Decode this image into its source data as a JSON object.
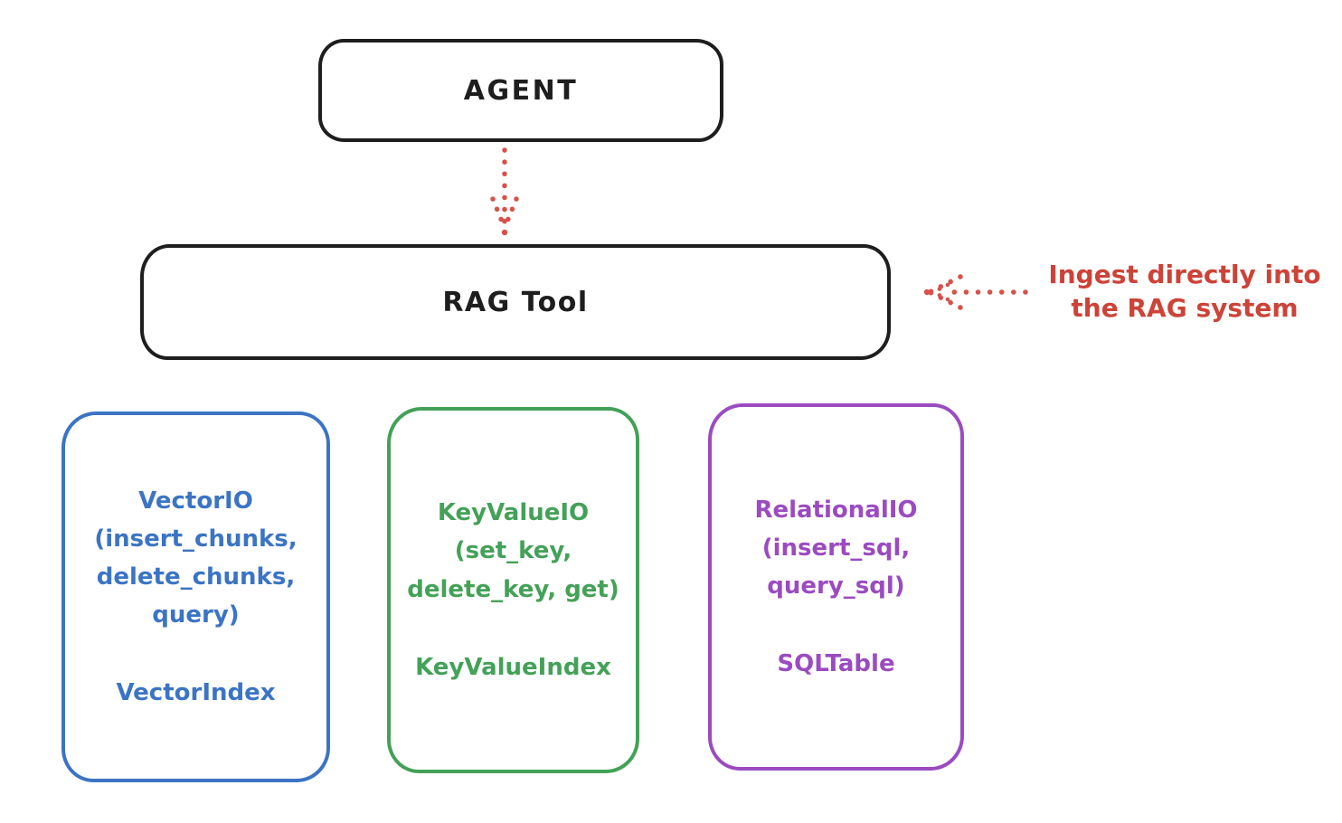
{
  "agent_box": {
    "label": "AGENT"
  },
  "rag_tool_box": {
    "label": "RAG Tool"
  },
  "annotation": {
    "text": "Ingest directly into\nthe RAG system"
  },
  "arrows": {
    "agent_to_rag": {
      "description": "dotted red arrow pointing down from AGENT to RAG Tool"
    },
    "annotation_to_rag": {
      "description": "dotted red arrow pointing left from annotation to RAG Tool"
    }
  },
  "storage_boxes": [
    {
      "id": "vector-io",
      "title": "VectorIO\n(insert_chunks,\ndelete_chunks,\nquery)",
      "subtitle": "VectorIndex",
      "color": "#3b74c4"
    },
    {
      "id": "keyvalue-io",
      "title": "KeyValueIO\n(set_key,\ndelete_key, get)",
      "subtitle": "KeyValueIndex",
      "color": "#43a158"
    },
    {
      "id": "relational-io",
      "title": "RelationalIO\n(insert_sql,\nquery_sql)",
      "subtitle": "SQLTable",
      "color": "#9b4bc0"
    }
  ],
  "colors": {
    "outline_black": "#1e1e1e",
    "accent_red": "#cd4338",
    "vector_blue": "#3b74c4",
    "keyvalue_green": "#43a158",
    "relational_purple": "#9b4bc0",
    "background": "#ffffff"
  }
}
